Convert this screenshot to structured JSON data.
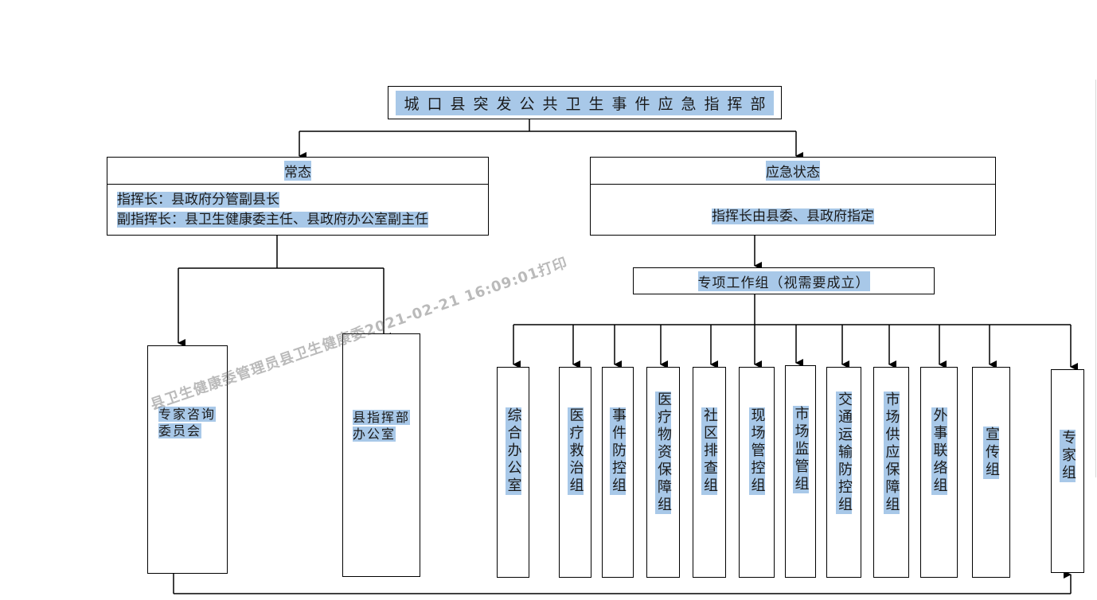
{
  "diagram": {
    "root": {
      "label": "城口县突发公共卫生事件应急指挥部"
    },
    "normal_state": {
      "header": "常态",
      "commander": "指挥长：县政府分管副县长",
      "deputy": "副指挥长：县卫生健康委主任、县政府办公室副主任"
    },
    "emergency_state": {
      "header": "应急状态",
      "text": "指挥长由县委、县政府指定"
    },
    "normal_children": [
      {
        "label": "专家咨询委员会"
      },
      {
        "label": "县指挥部办公室"
      }
    ],
    "special_groups": {
      "label": "专项工作组（视需要成立）"
    },
    "groups": [
      {
        "label": "综合办公室"
      },
      {
        "label": "医疗救治组"
      },
      {
        "label": "事件防控组"
      },
      {
        "label": "医疗物资保障组"
      },
      {
        "label": "社区排查组"
      },
      {
        "label": "现场管控组"
      },
      {
        "label": "市场监管组"
      },
      {
        "label": "交通运输防控组"
      },
      {
        "label": "市场供应保障组"
      },
      {
        "label": "外事联络组"
      },
      {
        "label": "宣传组"
      },
      {
        "label": "专家组"
      }
    ]
  },
  "watermark": "县卫生健康委管理员县卫生健康委2021-02-21 16:09:01打印",
  "colors": {
    "highlight": "#a8c8e8",
    "line": "#000000"
  }
}
